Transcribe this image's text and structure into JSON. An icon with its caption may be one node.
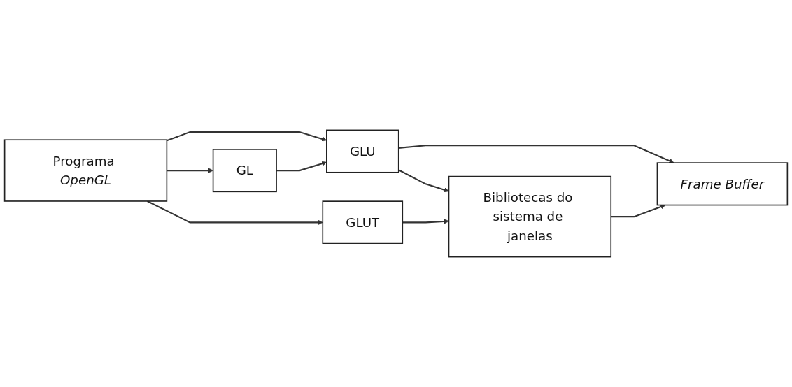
{
  "diagram": {
    "nodes": [
      {
        "text": [
          "Programa *OpenGL*"
        ]
      },
      {
        "text": [
          "GL"
        ]
      },
      {
        "text": [
          "GLU"
        ]
      },
      {
        "text": [
          "GLUT"
        ]
      },
      {
        "text": [
          "Bibliotecas do sistema de janelas"
        ]
      },
      {
        "text": [
          "Frame Buffer"
        ]
      }
    ],
    "edges": [
      {
        "from": 0,
        "to": 1,
        "arrow": "to"
      },
      {
        "from": 0,
        "to": 2,
        "arrow": "to"
      },
      {
        "from": 0,
        "to": 3,
        "arrow": "to"
      },
      {
        "from": 1,
        "to": 2,
        "arrow": "to"
      },
      {
        "from": 2,
        "to": 5,
        "arrow": "to"
      },
      {
        "from": 2,
        "to": 4,
        "arrow": "to"
      },
      {
        "from": 3,
        "to": 4,
        "arrow": "to"
      },
      {
        "from": 4,
        "to": 5,
        "arrow": "to"
      }
    ]
  }
}
